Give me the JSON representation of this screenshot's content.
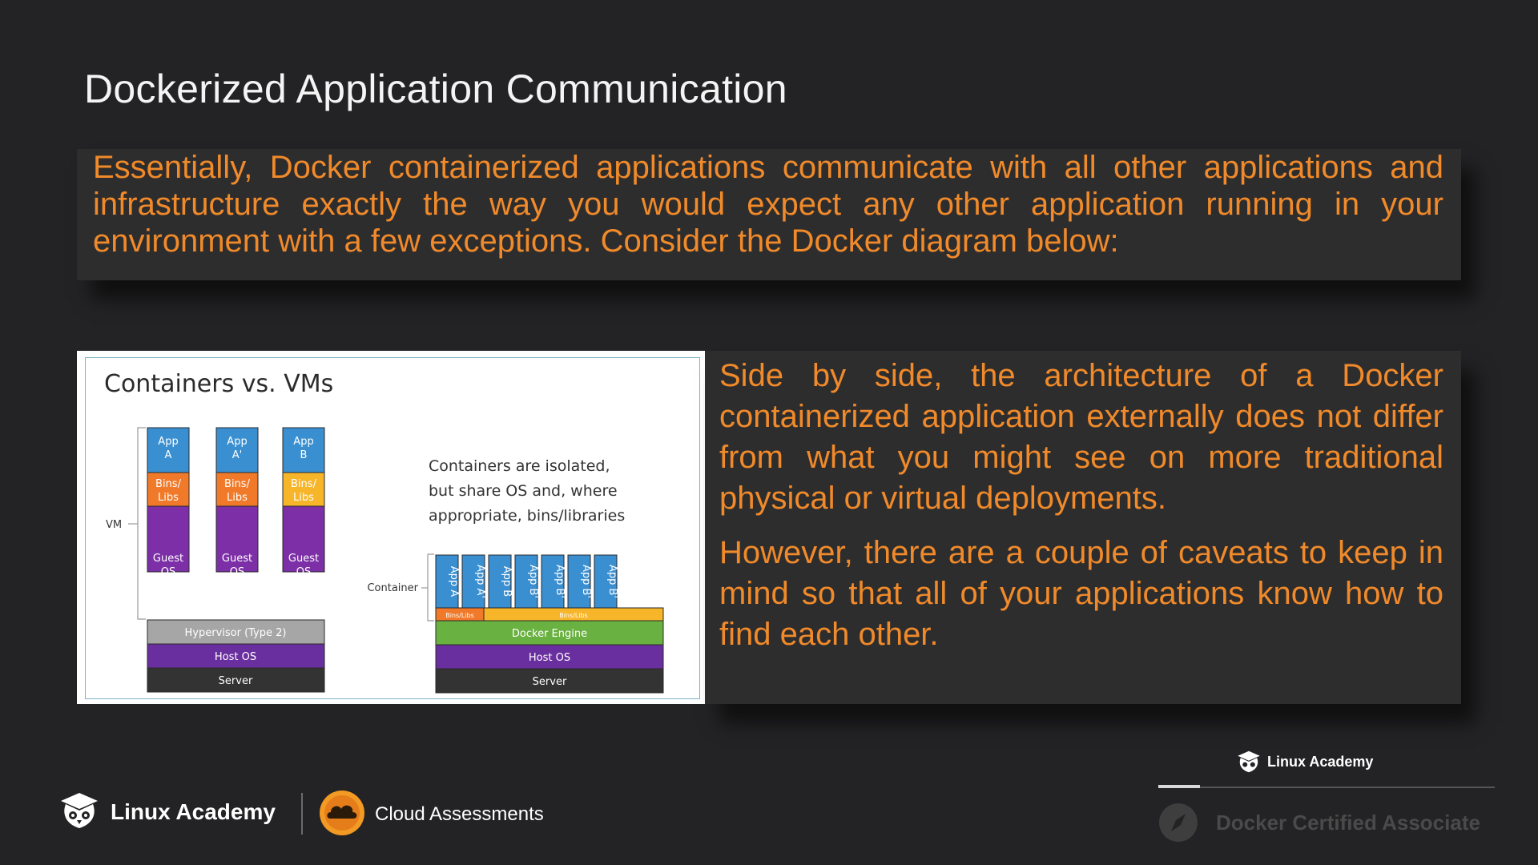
{
  "slide": {
    "title": "Dockerized Application Communication",
    "intro_text": "Essentially, Docker containerized applications communicate with all other applications and infrastructure exactly the way you would expect any other application running in your environment with a few exceptions. Consider the Docker diagram below:",
    "right_paragraph_1": "Side by side, the architecture of a Docker containerized application externally does not differ from what you might see on more traditional physical or virtual deployments.",
    "right_paragraph_2": "However, there are a couple of caveats to keep in mind so that all of your applications know how to find each other."
  },
  "diagram": {
    "title": "Containers vs. VMs",
    "vm_label": "VM",
    "container_label": "Container",
    "caption_lines": [
      "Containers are isolated,",
      "but share OS and, where",
      "appropriate, bins/libraries"
    ],
    "vm_columns": [
      {
        "app": [
          "App",
          "A"
        ],
        "bins": [
          "Bins/",
          "Libs"
        ],
        "guest": [
          "Guest",
          "OS"
        ]
      },
      {
        "app": [
          "App",
          "A'"
        ],
        "bins": [
          "Bins/",
          "Libs"
        ],
        "guest": [
          "Guest",
          "OS"
        ]
      },
      {
        "app": [
          "App",
          "B"
        ],
        "bins": [
          "Bins/",
          "Libs"
        ],
        "guest": [
          "Guest",
          "OS"
        ]
      }
    ],
    "vm_hypervisor": "Hypervisor (Type 2)",
    "vm_host_os": "Host OS",
    "vm_server": "Server",
    "container_apps": [
      "App A",
      "App A'",
      "App B",
      "App B'",
      "App B'",
      "App B'",
      "App B'"
    ],
    "container_bins_left": "Bins/Libs",
    "container_bins_right": "Bins/Libs",
    "docker_engine": "Docker Engine",
    "container_host_os": "Host OS",
    "container_server": "Server",
    "colors": {
      "app_blue": "#3a8fd1",
      "bins_orange": "#f07a2a",
      "bins_yellow": "#f7b52a",
      "guest_purple": "#7c2fa6",
      "hypervisor_gray": "#a6a6a6",
      "host_purple": "#6a2f9e",
      "server_dark": "#333333",
      "engine_green": "#69b140"
    }
  },
  "footer": {
    "brand": "Linux Academy",
    "product": "Cloud Assessments"
  },
  "nav": {
    "brand": "Linux Academy",
    "course": "Docker Certified Associate"
  },
  "theme": {
    "background": "#232224",
    "accent_orange": "#f08a2a",
    "panel": "#2e2d2e"
  }
}
